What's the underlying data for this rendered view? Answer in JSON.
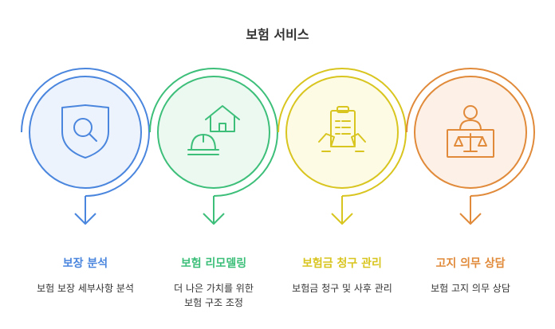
{
  "title": "보험 서비스",
  "services": [
    {
      "title": "보장 분석",
      "desc": "보험 보장 세부사항 분석",
      "icon": "shield-search-icon",
      "color": "#4a86de",
      "fill": "#edf3fc"
    },
    {
      "title": "보험 리모델링",
      "desc": "더 나은 가치를 위한\n보험 구조 조정",
      "icon": "house-hardhat-icon",
      "color": "#3dbf7a",
      "fill": "#ecf9f1"
    },
    {
      "title": "보험금 청구 관리",
      "desc": "보험금 청구 및 사후 관리",
      "icon": "clipboard-hands-icon",
      "color": "#d9c520",
      "fill": "#fdfbe4"
    },
    {
      "title": "고지 의무 상담",
      "desc": "보험 고지 의무 상담",
      "icon": "person-scales-icon",
      "color": "#e08a3a",
      "fill": "#fdf0e6"
    }
  ]
}
